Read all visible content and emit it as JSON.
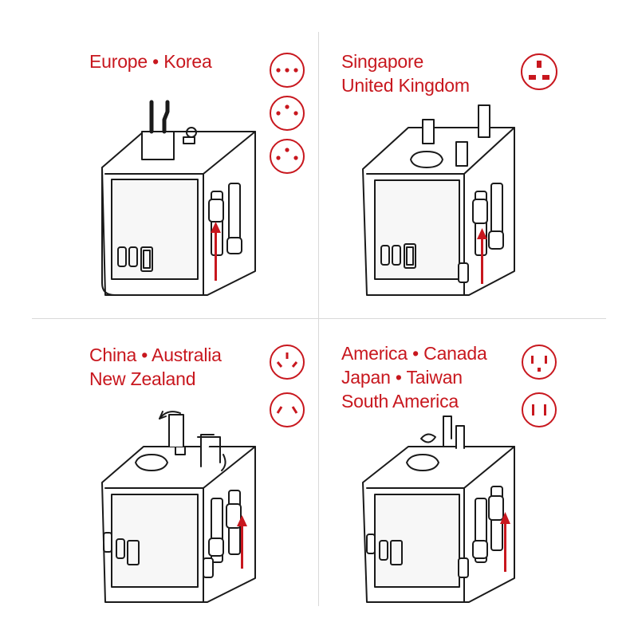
{
  "colors": {
    "accent": "#c8171e",
    "line": "#1a1a1a",
    "divider": "#d9d9d9"
  },
  "panels": [
    {
      "id": "eu",
      "title_lines": [
        "Europe • Korea"
      ],
      "plug_type": "europe-korea",
      "socket_icons": [
        "europe-socket-icon",
        "europe-socket-icon",
        "europe-grounded-socket-icon"
      ]
    },
    {
      "id": "uk",
      "title_lines": [
        "Singapore",
        "United Kingdom"
      ],
      "plug_type": "uk",
      "socket_icons": [
        "uk-socket-icon"
      ]
    },
    {
      "id": "au",
      "title_lines": [
        "China • Australia",
        "New Zealand"
      ],
      "plug_type": "australia",
      "socket_icons": [
        "australia-socket-icon",
        "australia-two-pin-socket-icon"
      ]
    },
    {
      "id": "us",
      "title_lines": [
        "America • Canada",
        "Japan • Taiwan",
        "South America"
      ],
      "plug_type": "us",
      "socket_icons": [
        "us-grounded-socket-icon",
        "us-socket-icon"
      ]
    }
  ]
}
